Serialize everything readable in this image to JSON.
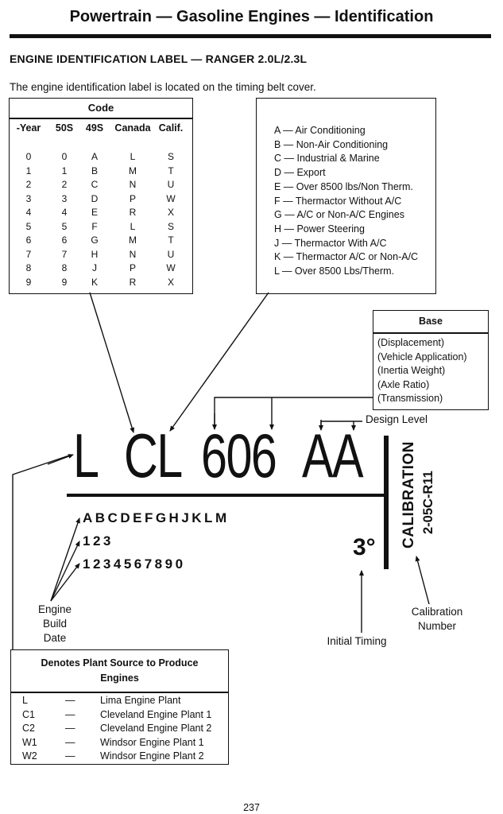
{
  "header": {
    "title": "Powertrain — Gasoline Engines — Identification"
  },
  "section_title": "ENGINE IDENTIFICATION LABEL — RANGER 2.0L/2.3L",
  "intro_text": "The engine identification label is located on the timing belt cover.",
  "code_table": {
    "title": "Code",
    "columns": [
      "-Year",
      "50S",
      "49S",
      "Canada",
      "Calif."
    ],
    "rows": [
      [
        "0",
        "0",
        "A",
        "L",
        "S"
      ],
      [
        "1",
        "1",
        "B",
        "M",
        "T"
      ],
      [
        "2",
        "2",
        "C",
        "N",
        "U"
      ],
      [
        "3",
        "3",
        "D",
        "P",
        "W"
      ],
      [
        "4",
        "4",
        "E",
        "R",
        "X"
      ],
      [
        "5",
        "5",
        "F",
        "L",
        "S"
      ],
      [
        "6",
        "6",
        "G",
        "M",
        "T"
      ],
      [
        "7",
        "7",
        "H",
        "N",
        "U"
      ],
      [
        "8",
        "8",
        "J",
        "P",
        "W"
      ],
      [
        "9",
        "9",
        "K",
        "R",
        "X"
      ]
    ]
  },
  "options_box": {
    "lines": [
      "A — Air Conditioning",
      "B — Non-Air Conditioning",
      "C — Industrial & Marine",
      "D — Export",
      "E — Over 8500 lbs/Non Therm.",
      "F — Thermactor Without A/C",
      "G — A/C or Non-A/C Engines",
      "H — Power Steering",
      "J — Thermactor With A/C",
      "K — Thermactor A/C or Non-A/C",
      "L — Over 8500 Lbs/Therm."
    ]
  },
  "base_box": {
    "title": "Base",
    "lines": [
      "(Displacement)",
      "(Vehicle Application)",
      "(Inertia Weight)",
      "(Axle Ratio)",
      "(Transmission)"
    ]
  },
  "label": {
    "plant": "L",
    "code": "CL",
    "base": "606",
    "design": "AA",
    "design_level_caption": "Design Level",
    "build_date_letters": "ABCDEFGHJKLM",
    "build_date_row_1": "123",
    "build_date_row_2": "1234567890",
    "build_date_caption": [
      "Engine",
      "Build",
      "Date"
    ],
    "timing_value": "3°",
    "timing_caption": "Initial Timing",
    "calibration_word": "CALIBRATION",
    "calibration_number": "2-05C-R11",
    "calibration_caption": [
      "Calibration",
      "Number"
    ]
  },
  "plant_box": {
    "title_line_1": "Denotes Plant Source to Produce",
    "title_line_2": "Engines",
    "rows": [
      {
        "code": "L",
        "dash": "—",
        "name": "Lima Engine Plant"
      },
      {
        "code": "C1",
        "dash": "—",
        "name": "Cleveland Engine Plant 1"
      },
      {
        "code": "C2",
        "dash": "—",
        "name": "Cleveland Engine Plant 2"
      },
      {
        "code": "W1",
        "dash": "—",
        "name": "Windsor Engine Plant 1"
      },
      {
        "code": "W2",
        "dash": "—",
        "name": "Windsor Engine Plant 2"
      }
    ]
  },
  "page_number": "237"
}
